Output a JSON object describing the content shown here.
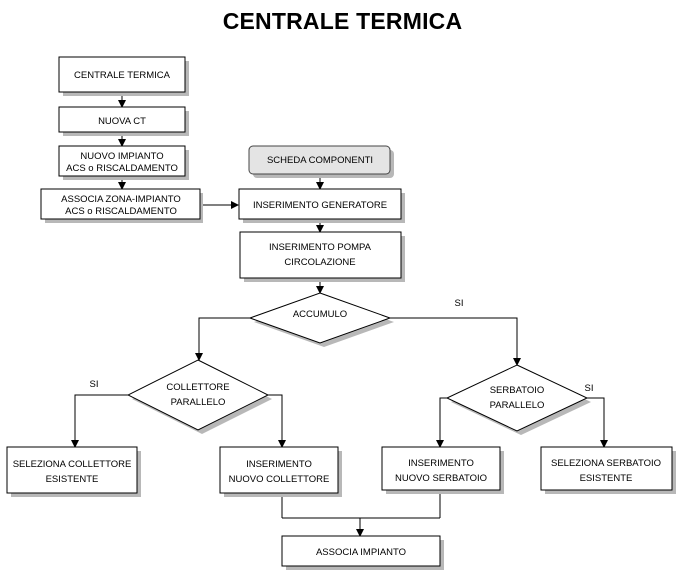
{
  "title": "CENTRALE TERMICA",
  "nodes": {
    "centrale_termica": [
      "CENTRALE TERMICA"
    ],
    "nuova_ct": [
      "NUOVA CT"
    ],
    "nuovo_impianto": [
      "NUOVO IMPIANTO",
      "ACS o RISCALDAMENTO"
    ],
    "associa_zona": [
      "ASSOCIA ZONA-IMPIANTO",
      "ACS o RISCALDAMENTO"
    ],
    "scheda_componenti": [
      "SCHEDA COMPONENTI"
    ],
    "inserimento_generatore": [
      "INSERIMENTO GENERATORE"
    ],
    "inserimento_pompa": [
      "INSERIMENTO POMPA",
      "CIRCOLAZIONE"
    ],
    "accumulo": [
      "ACCUMULO"
    ],
    "collettore_parallelo": [
      "COLLETTORE",
      "PARALLELO"
    ],
    "serbatoio_parallelo": [
      "SERBATOIO",
      "PARALLELO"
    ],
    "seleziona_collettore": [
      "SELEZIONA COLLETTORE",
      "ESISTENTE"
    ],
    "inserimento_collettore": [
      "INSERIMENTO",
      "NUOVO COLLETTORE"
    ],
    "inserimento_serbatoio": [
      "INSERIMENTO",
      "NUOVO SERBATOIO"
    ],
    "seleziona_serbatoio": [
      "SELEZIONA SERBATOIO",
      "ESISTENTE"
    ],
    "associa_impianto": [
      "ASSOCIA IMPIANTO"
    ]
  },
  "edge_labels": {
    "accumulo_si": "SI",
    "collettore_si": "SI",
    "serbatoio_si": "SI"
  }
}
